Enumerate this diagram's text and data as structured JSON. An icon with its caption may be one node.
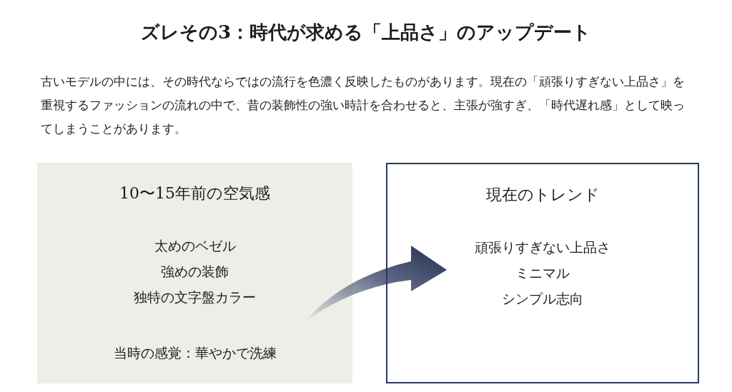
{
  "diagram": {
    "title": "ズレその3：時代が求める「上品さ」のアップデート",
    "caption": "古いモデルの中には、その時代ならではの流行を色濃く反映したものがあります。現在の「頑張りすぎない上品さ」を重視するファッションの流れの中で、昔の装飾性の強い時計を合わせると、主張が強すぎ、「時代遅れ感」として映ってしまうことがあります。",
    "nodes": [
      {
        "text": [
          "10〜15年前の空気感",
          "太めのベゼル",
          "強めの装飾",
          "独特の文字盤カラー",
          "当時の感覚：華やかで洗練"
        ]
      },
      {
        "text": [
          "現在のトレンド",
          "頑張りすぎない上品さ",
          "ミニマル",
          "シンプル志向"
        ]
      }
    ],
    "edges": [
      {
        "from": 0,
        "to": 1,
        "arrow": "to"
      }
    ]
  }
}
